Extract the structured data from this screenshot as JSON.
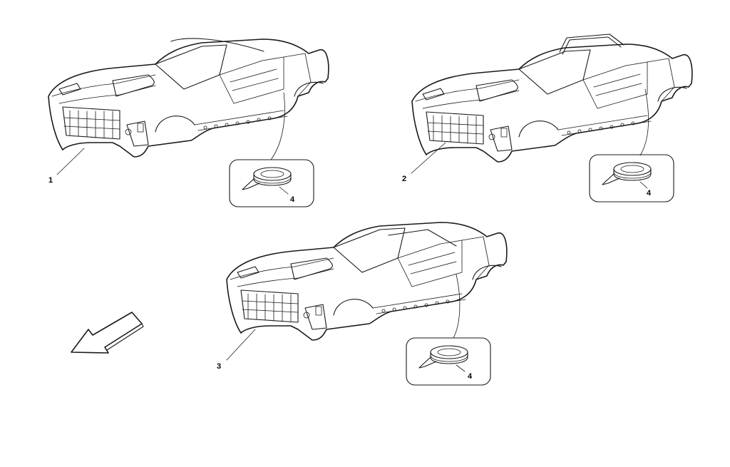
{
  "diagram": {
    "bodies": [
      {
        "callout": "1",
        "variant": "coupe",
        "tape_callout": "4"
      },
      {
        "callout": "2",
        "variant": "targa",
        "tape_callout": "4"
      },
      {
        "callout": "3",
        "variant": "spider",
        "tape_callout": "4"
      }
    ],
    "direction_indicator": "arrow-front-left-icon"
  }
}
